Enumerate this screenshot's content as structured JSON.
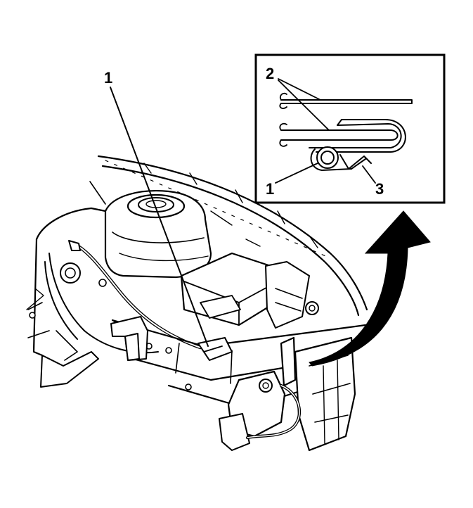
{
  "callouts": {
    "main_1": "1",
    "inset_2": "2",
    "inset_1": "1",
    "inset_3": "3"
  }
}
